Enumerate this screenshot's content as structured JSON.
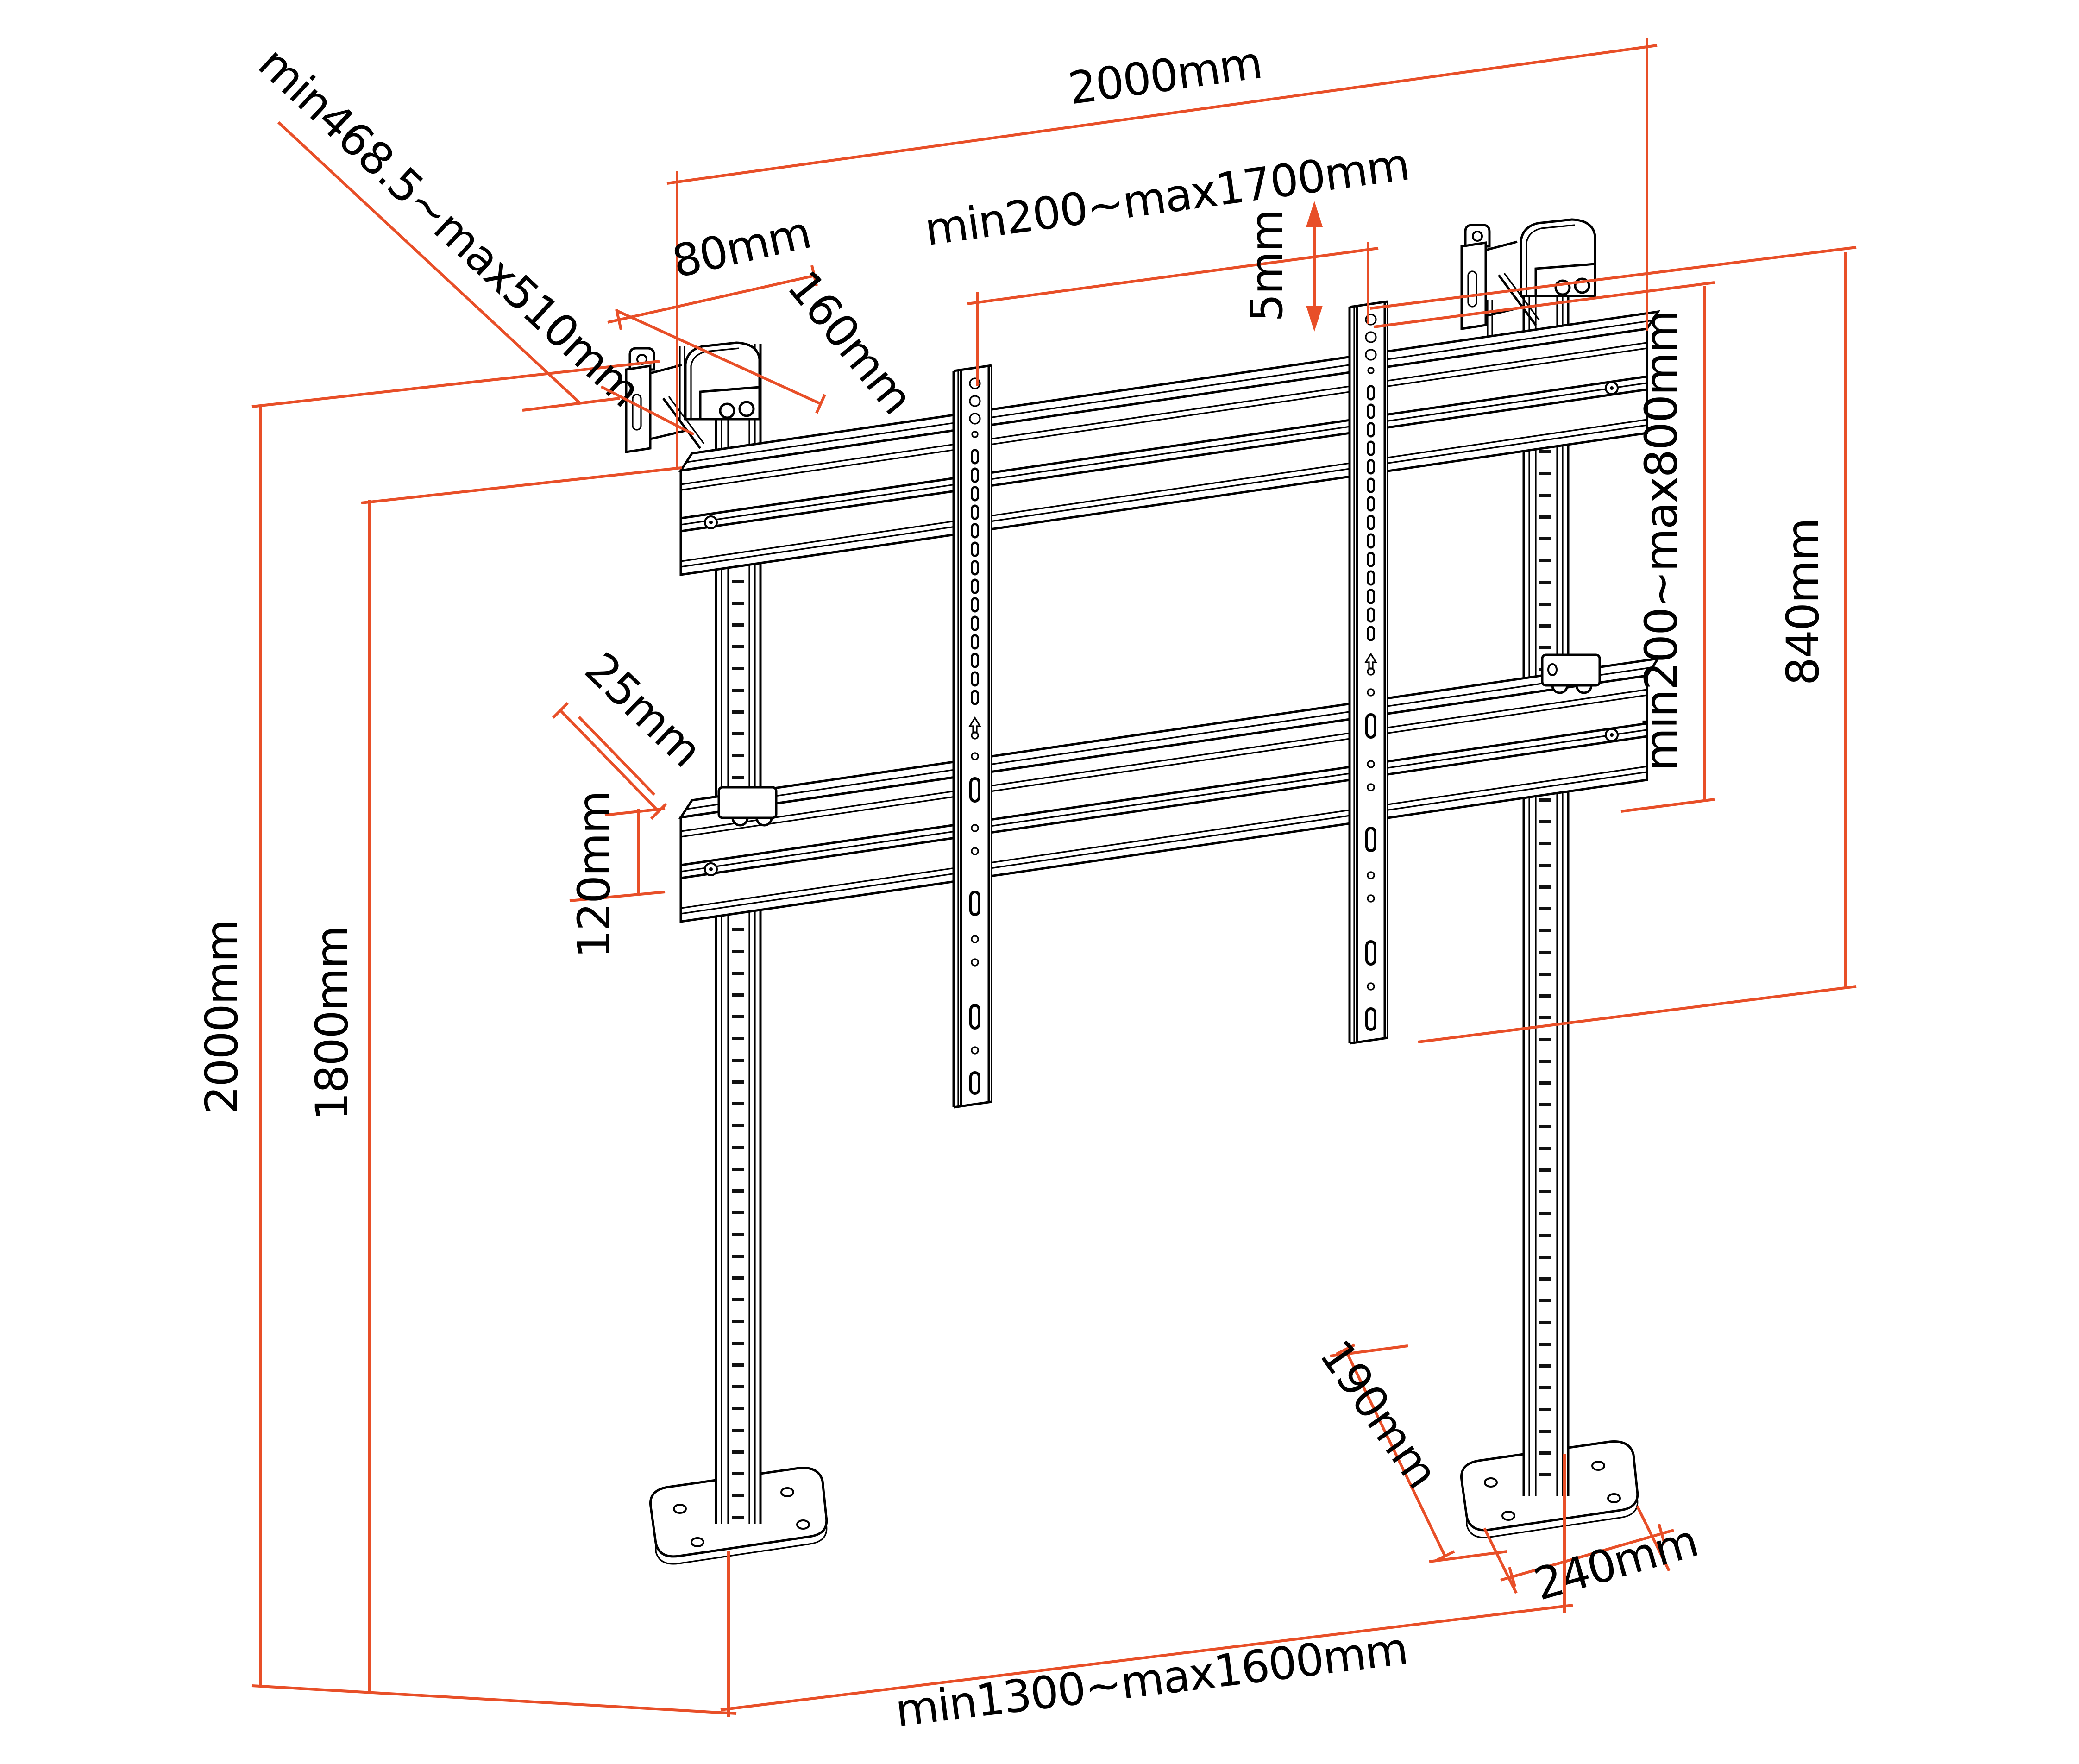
{
  "diagram": {
    "type": "dimension-drawing",
    "subject": "dual-column TV floor stand, isometric line drawing with dimensions",
    "accent_color": "#e84f28",
    "line_color": "#000000",
    "background_color": "#ffffff"
  },
  "labels": {
    "top_width": "2000mm",
    "vesa_width_range": "min200~max1700mm",
    "height_adjust_step": "5mm",
    "vesa_height_range": "min200~max800mm",
    "bracket_height": "840mm",
    "total_height": "2000mm",
    "column_height": "1800mm",
    "wall_offset_range": "min468.5~max510mm",
    "clamp_offset": "80mm",
    "clamp_depth": "160mm",
    "rail_depth": "25mm",
    "rail_height": "120mm",
    "base_depth": "190mm",
    "base_width": "240mm",
    "stand_width_range": "min1300~max1600mm"
  }
}
